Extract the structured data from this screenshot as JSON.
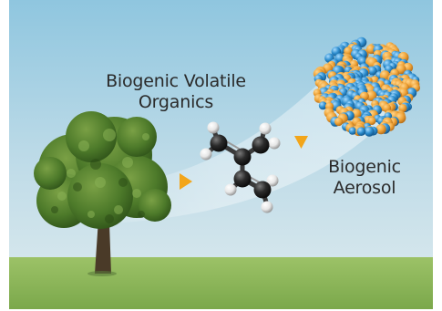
{
  "diagram": {
    "labels": {
      "voc_line1": "Biogenic Volatile",
      "voc_line2": "Organics",
      "aerosol_line1": "Biogenic",
      "aerosol_line2": "Aerosol"
    },
    "colors": {
      "sky_top": "#8fc6df",
      "sky_bottom": "#d4e6ec",
      "ground": "#8ab45a",
      "arrow": "#f2a51a",
      "carbon": "#2b2b2b",
      "hydrogen": "#f2f2f2",
      "aerosol_organic": "#f0a53a",
      "aerosol_water": "#2f8fd0"
    },
    "icons": [
      "tree",
      "isoprene-molecule",
      "aerosol-particle",
      "arrow-right"
    ]
  }
}
